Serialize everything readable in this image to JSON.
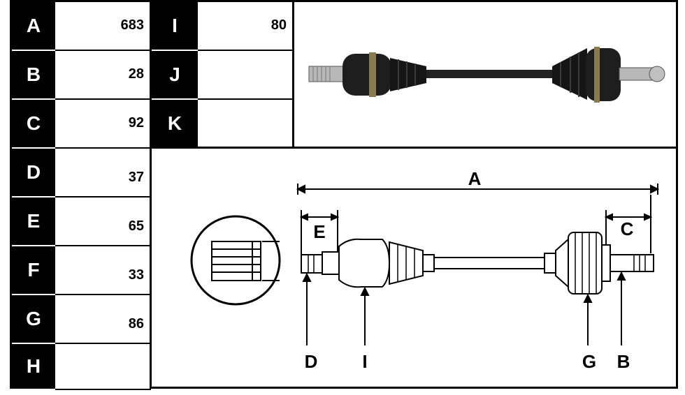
{
  "table_left": [
    {
      "letter": "A",
      "value": "683"
    },
    {
      "letter": "B",
      "value": "28"
    },
    {
      "letter": "C",
      "value": "92"
    },
    {
      "letter": "D",
      "value": "37"
    },
    {
      "letter": "E",
      "value": "65"
    },
    {
      "letter": "F",
      "value": "33"
    },
    {
      "letter": "G",
      "value": "86"
    },
    {
      "letter": "H",
      "value": ""
    }
  ],
  "table_right": [
    {
      "letter": "I",
      "value": "80"
    },
    {
      "letter": "J",
      "value": ""
    },
    {
      "letter": "K",
      "value": ""
    }
  ],
  "diagram_labels": {
    "a": "A",
    "b": "B",
    "c": "C",
    "d": "D",
    "e": "E",
    "g": "G",
    "i": "I"
  },
  "colors": {
    "cell_letter_bg": "#000000",
    "cell_letter_fg": "#ffffff",
    "shaft_dark": "#1a1a1a"
  }
}
